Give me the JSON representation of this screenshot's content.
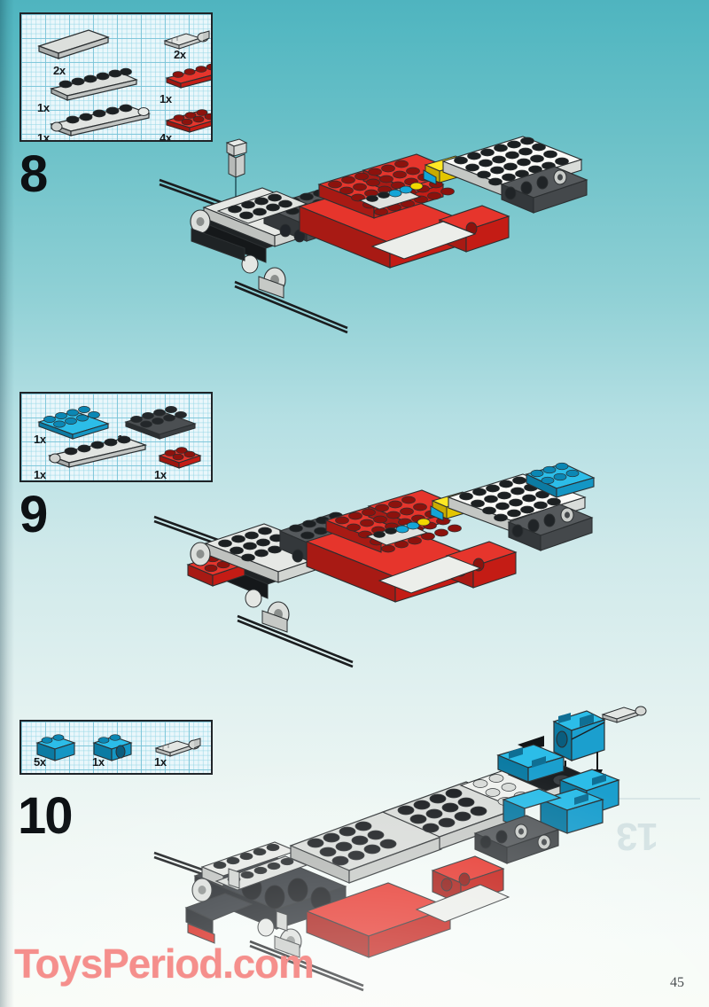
{
  "document": {
    "kind": "lego-building-instructions",
    "page_number": "45",
    "watermark": "ToysPeriod.com",
    "bleed_through_number": "13"
  },
  "colors": {
    "background_top": "#4fb4bf",
    "background_bottom": "#f8fbf6",
    "callout_fill": "#eaf7fb",
    "callout_border": "#1f2428",
    "brick_red": "#d61f19",
    "brick_cyan": "#14a5d6",
    "brick_white": "#f4f4f2",
    "brick_light_gray": "#c9ccc9",
    "brick_dark_gray": "#4a4f52",
    "brick_yellow": "#f2d800",
    "watermark_pink": "#f58f8c",
    "arrow_black": "#111416"
  },
  "steps": [
    {
      "number": "8",
      "parts": [
        {
          "qty": "2x",
          "name": "light-gray-1x4-tile",
          "color": "#c9ccc9",
          "type": "tile",
          "studs": 4
        },
        {
          "qty": "1x",
          "name": "light-gray-1x6-plate",
          "color": "#c9ccc9",
          "type": "plate",
          "studs": 6
        },
        {
          "qty": "1x",
          "name": "light-gray-1x8-technic-beam",
          "color": "#c9ccc9",
          "type": "beam",
          "studs": 7
        },
        {
          "qty": "2x",
          "name": "light-gray-technic-pin-axle",
          "color": "#c9ccc9",
          "type": "pin",
          "studs": 0
        },
        {
          "qty": "1x",
          "name": "red-1x4-plate",
          "color": "#d61f19",
          "type": "plate",
          "studs": 4
        },
        {
          "qty": "4x",
          "name": "red-2x3-plate",
          "color": "#d61f19",
          "type": "plate2",
          "studs": 6
        }
      ]
    },
    {
      "number": "9",
      "parts": [
        {
          "qty": "1x",
          "name": "cyan-2x4-plate",
          "color": "#14a5d6",
          "type": "plate2",
          "studs": 8
        },
        {
          "qty": "1x",
          "name": "dark-gray-2x4-plate",
          "color": "#4a4f52",
          "type": "plate2",
          "studs": 8
        },
        {
          "qty": "1x",
          "name": "light-gray-1x8-technic-beam",
          "color": "#c9ccc9",
          "type": "beam",
          "studs": 7
        },
        {
          "qty": "1x",
          "name": "red-2x2-plate",
          "color": "#d61f19",
          "type": "plate2",
          "studs": 4
        }
      ]
    },
    {
      "number": "10",
      "parts": [
        {
          "qty": "5x",
          "name": "cyan-1x2-brick",
          "color": "#14a5d6",
          "type": "brick",
          "studs": 2
        },
        {
          "qty": "1x",
          "name": "cyan-1x2-brick-with-hole",
          "color": "#14a5d6",
          "type": "brickhole",
          "studs": 2
        },
        {
          "qty": "1x",
          "name": "light-gray-technic-pin-axle",
          "color": "#c9ccc9",
          "type": "pin",
          "studs": 0
        }
      ]
    }
  ]
}
